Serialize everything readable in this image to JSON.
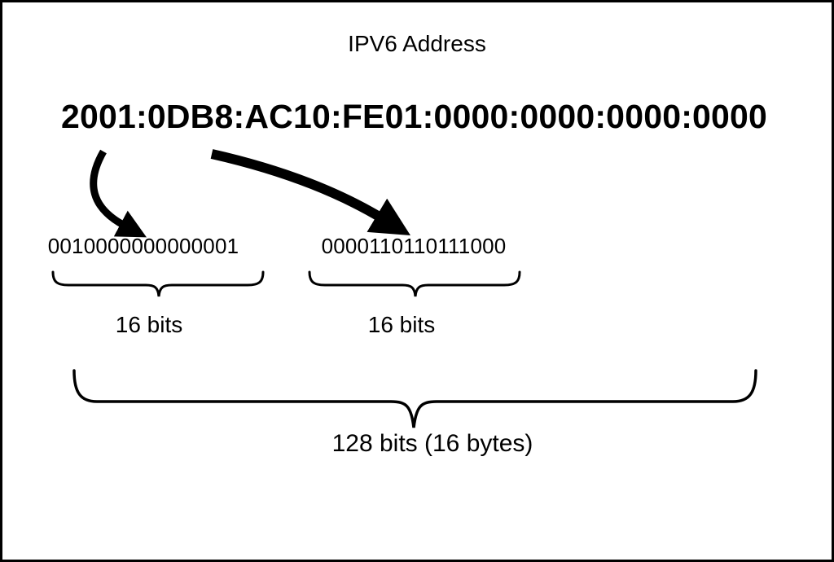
{
  "title": "IPV6 Address",
  "address": "2001:0DB8:AC10:FE01:0000:0000:0000:0000",
  "groups": [
    {
      "binary": "0010000000000001",
      "bits_label": "16 bits"
    },
    {
      "binary": "0000110110111000",
      "bits_label": "16 bits"
    }
  ],
  "total_label": "128 bits (16 bytes)",
  "colors": {
    "ink": "#000000",
    "paper": "#ffffff"
  }
}
